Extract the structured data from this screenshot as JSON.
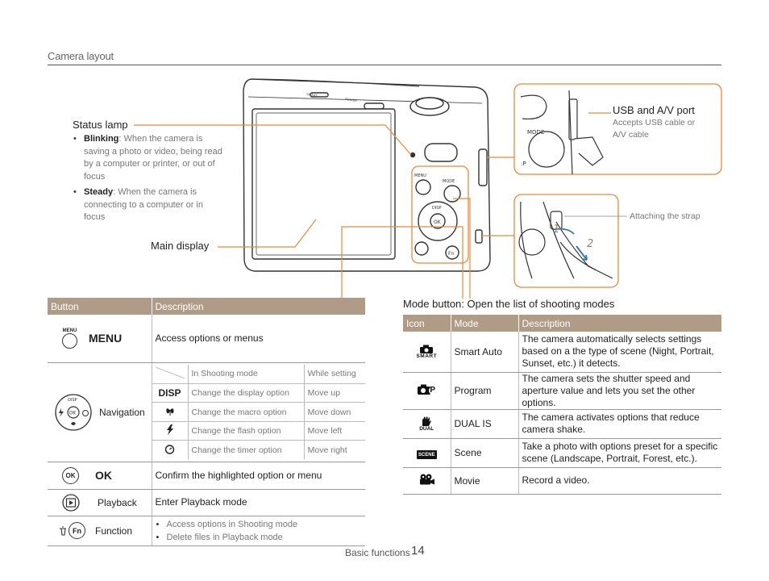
{
  "section_title": "Camera layout",
  "status_lamp": {
    "title": "Status lamp",
    "items": [
      {
        "term": "Blinking",
        "text": ": When the camera is saving a photo or video, being read by a computer or printer, or out of focus"
      },
      {
        "term": "Steady",
        "text": ": When the camera is connecting to a computer or in focus"
      }
    ]
  },
  "main_display_label": "Main display",
  "usb": {
    "title": "USB and A/V port",
    "desc": "Accepts USB cable or A/V cable"
  },
  "strap_label": "Attaching the strap",
  "strap_steps": [
    "1",
    "2"
  ],
  "camera_labels": {
    "smart": "SMART",
    "power": "POWER",
    "menu": "MENU",
    "mode": "MODE",
    "disp": "DISP",
    "ok": "OK",
    "fn": "Fn",
    "mode_zoom": "MODE",
    "p_zoom": ":P"
  },
  "mode_button": {
    "label": "Mode button:",
    "text": " Open the list of shooting modes"
  },
  "button_table": {
    "headers": [
      "Button",
      "Description"
    ],
    "menu": {
      "name": "MENU",
      "icon_label": "MENU",
      "desc": "Access options or menus"
    },
    "navigation": {
      "name": "Navigation",
      "icon_label": "DISP",
      "sub_headers": [
        "In Shooting mode",
        "While setting"
      ],
      "rows": [
        {
          "icon": "DISP",
          "shooting": "Change the display option",
          "setting": "Move up"
        },
        {
          "icon": "macro-icon",
          "shooting": "Change the macro option",
          "setting": "Move down"
        },
        {
          "icon": "flash-icon",
          "shooting": "Change the flash option",
          "setting": "Move left"
        },
        {
          "icon": "timer-icon",
          "shooting": "Change the timer option",
          "setting": "Move right"
        }
      ]
    },
    "ok": {
      "name": "OK",
      "icon_label": "OK",
      "desc": "Confirm the highlighted option or menu"
    },
    "playback": {
      "name": "Playback",
      "desc": "Enter Playback mode"
    },
    "function": {
      "name": "Function",
      "icon_label": "Fn",
      "items": [
        "Access options in Shooting mode",
        "Delete files in Playback mode"
      ]
    }
  },
  "mode_table": {
    "headers": [
      "Icon",
      "Mode",
      "Description"
    ],
    "rows": [
      {
        "icon": "smart-auto-icon",
        "icon_text": "SMART",
        "mode": "Smart Auto",
        "desc": "The camera automatically selects settings based on a the type of scene (Night, Portrait, Sunset, etc.) it detects."
      },
      {
        "icon": "program-icon",
        "icon_text": "P",
        "mode": "Program",
        "desc": "The camera sets the shutter speed and aperture value and lets you set the other options."
      },
      {
        "icon": "dual-is-icon",
        "icon_text": "DUAL",
        "mode": "DUAL IS",
        "desc": "The camera activates options that reduce camera shake."
      },
      {
        "icon": "scene-icon",
        "icon_text": "SCENE",
        "mode": "Scene",
        "desc": "Take a photo with options preset for a specific scene (Landscape, Portrait, Forest, etc.)."
      },
      {
        "icon": "movie-icon",
        "icon_text": "",
        "mode": "Movie",
        "desc": "Record a video."
      }
    ]
  },
  "footer": {
    "label": "Basic functions",
    "page": "14"
  },
  "colors": {
    "accent": "#e8893b",
    "table_header": "#b09c86"
  }
}
